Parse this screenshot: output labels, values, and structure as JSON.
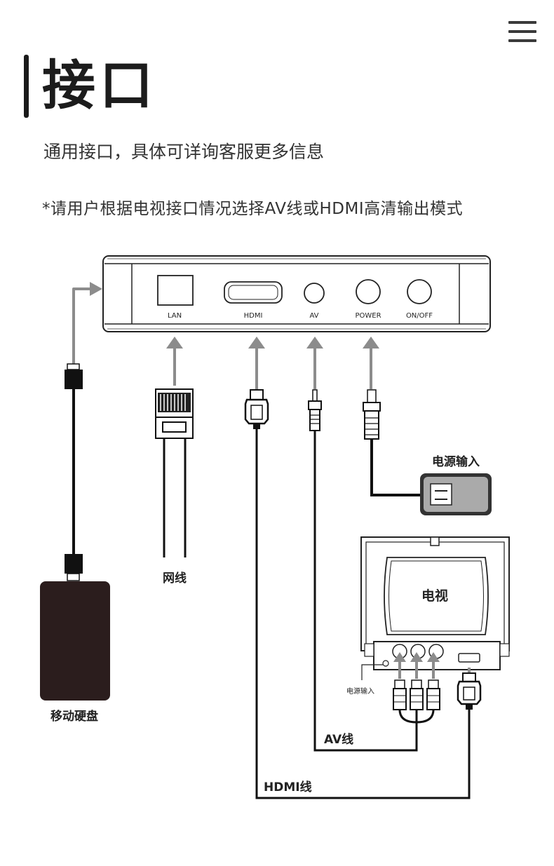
{
  "page": {
    "title": "接口",
    "subtitle": "通用接口，具体可详询客服更多信息",
    "note": "*请用户根据电视接口情况选择AV线或HDMI高清输出模式"
  },
  "menu": {
    "icon": "hamburger-menu-icon"
  },
  "device": {
    "ports": [
      "LAN",
      "HDMI",
      "AV",
      "POWER",
      "ON/OFF"
    ]
  },
  "labels": {
    "network_cable": "网线",
    "hard_drive": "移动硬盘",
    "power_input": "电源输入",
    "tv": "电视",
    "tv_power_input": "电源输入",
    "av_cable": "AV线",
    "hdmi_cable": "HDMI线"
  },
  "colors": {
    "line": "#111111",
    "arrow": "#8c8c8c",
    "hard_drive": "#2b1d1d",
    "power_plug_face": "#aaaaaa"
  }
}
